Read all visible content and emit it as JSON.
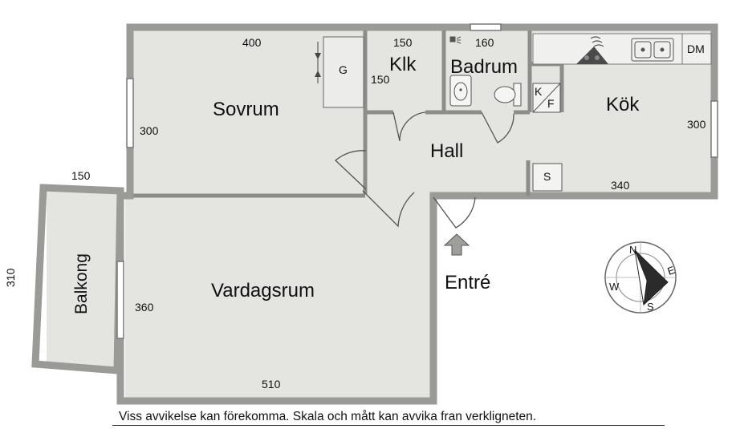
{
  "rooms": {
    "sovrum": "Sovrum",
    "klk": "Klk",
    "badrum": "Badrum",
    "kok": "Kök",
    "hall": "Hall",
    "vardagsrum": "Vardagsrum",
    "balkong": "Balkong"
  },
  "fixtures": {
    "garderob": "G",
    "kyl": "K",
    "frys": "F",
    "diskmaskin": "DM",
    "stad": "S"
  },
  "dimensions": {
    "sovrum_width": "400",
    "sovrum_depth": "300",
    "klk_width": "150",
    "klk_depth": "150",
    "badrum_width": "160",
    "kok_depth": "300",
    "kok_width": "340",
    "balkong_width": "150",
    "balkong_depth": "310",
    "vardagsrum_depth": "360",
    "vardagsrum_width": "510"
  },
  "entrance": {
    "label": "Entré"
  },
  "compass": {
    "n": "N",
    "e": "E",
    "s": "S",
    "w": "W"
  },
  "disclaimer": "Viss avvikelse kan förekomma. Skala och mått kan avvika fran verkligneten."
}
